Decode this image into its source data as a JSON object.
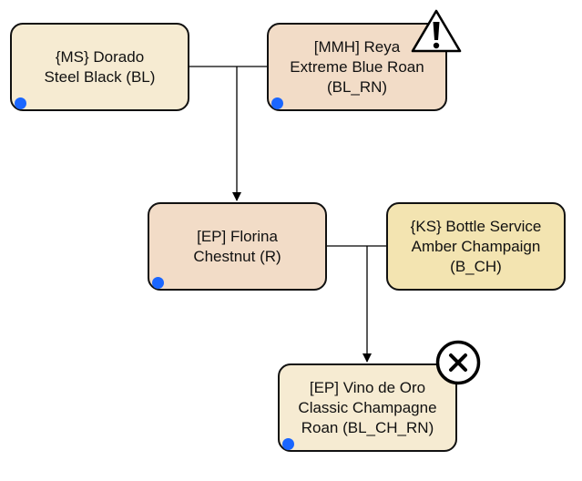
{
  "colors": {
    "cream": "#f6ebd2",
    "peach": "#f2dcc7",
    "khaki": "#f3e4b1",
    "border": "#111111",
    "dot": "#1a66ff",
    "link": "#000000"
  },
  "nodes": [
    {
      "id": "ms_dorado",
      "label": "{MS} Dorado\nSteel Black (BL)",
      "fill": "cream"
    },
    {
      "id": "mmh_reya",
      "label": "[MMH] Reya\nExtreme Blue Roan\n(BL_RN)",
      "fill": "peach",
      "badge": "warning-icon"
    },
    {
      "id": "ep_florina",
      "label": "[EP] Florina\nChestnut (R)",
      "fill": "peach"
    },
    {
      "id": "ks_bottle_service",
      "label": "{KS} Bottle Service\nAmber Champaign\n(B_CH)",
      "fill": "khaki"
    },
    {
      "id": "ep_vino_de_oro",
      "label": "[EP] Vino de Oro\nClassic Champagne\nRoan (BL_CH_RN)",
      "fill": "cream",
      "badge": "close-circle-icon"
    }
  ],
  "edges": [
    {
      "parents": [
        "ms_dorado",
        "mmh_reya"
      ],
      "child": "ep_florina"
    },
    {
      "parents": [
        "ep_florina",
        "ks_bottle_service"
      ],
      "child": "ep_vino_de_oro"
    }
  ]
}
